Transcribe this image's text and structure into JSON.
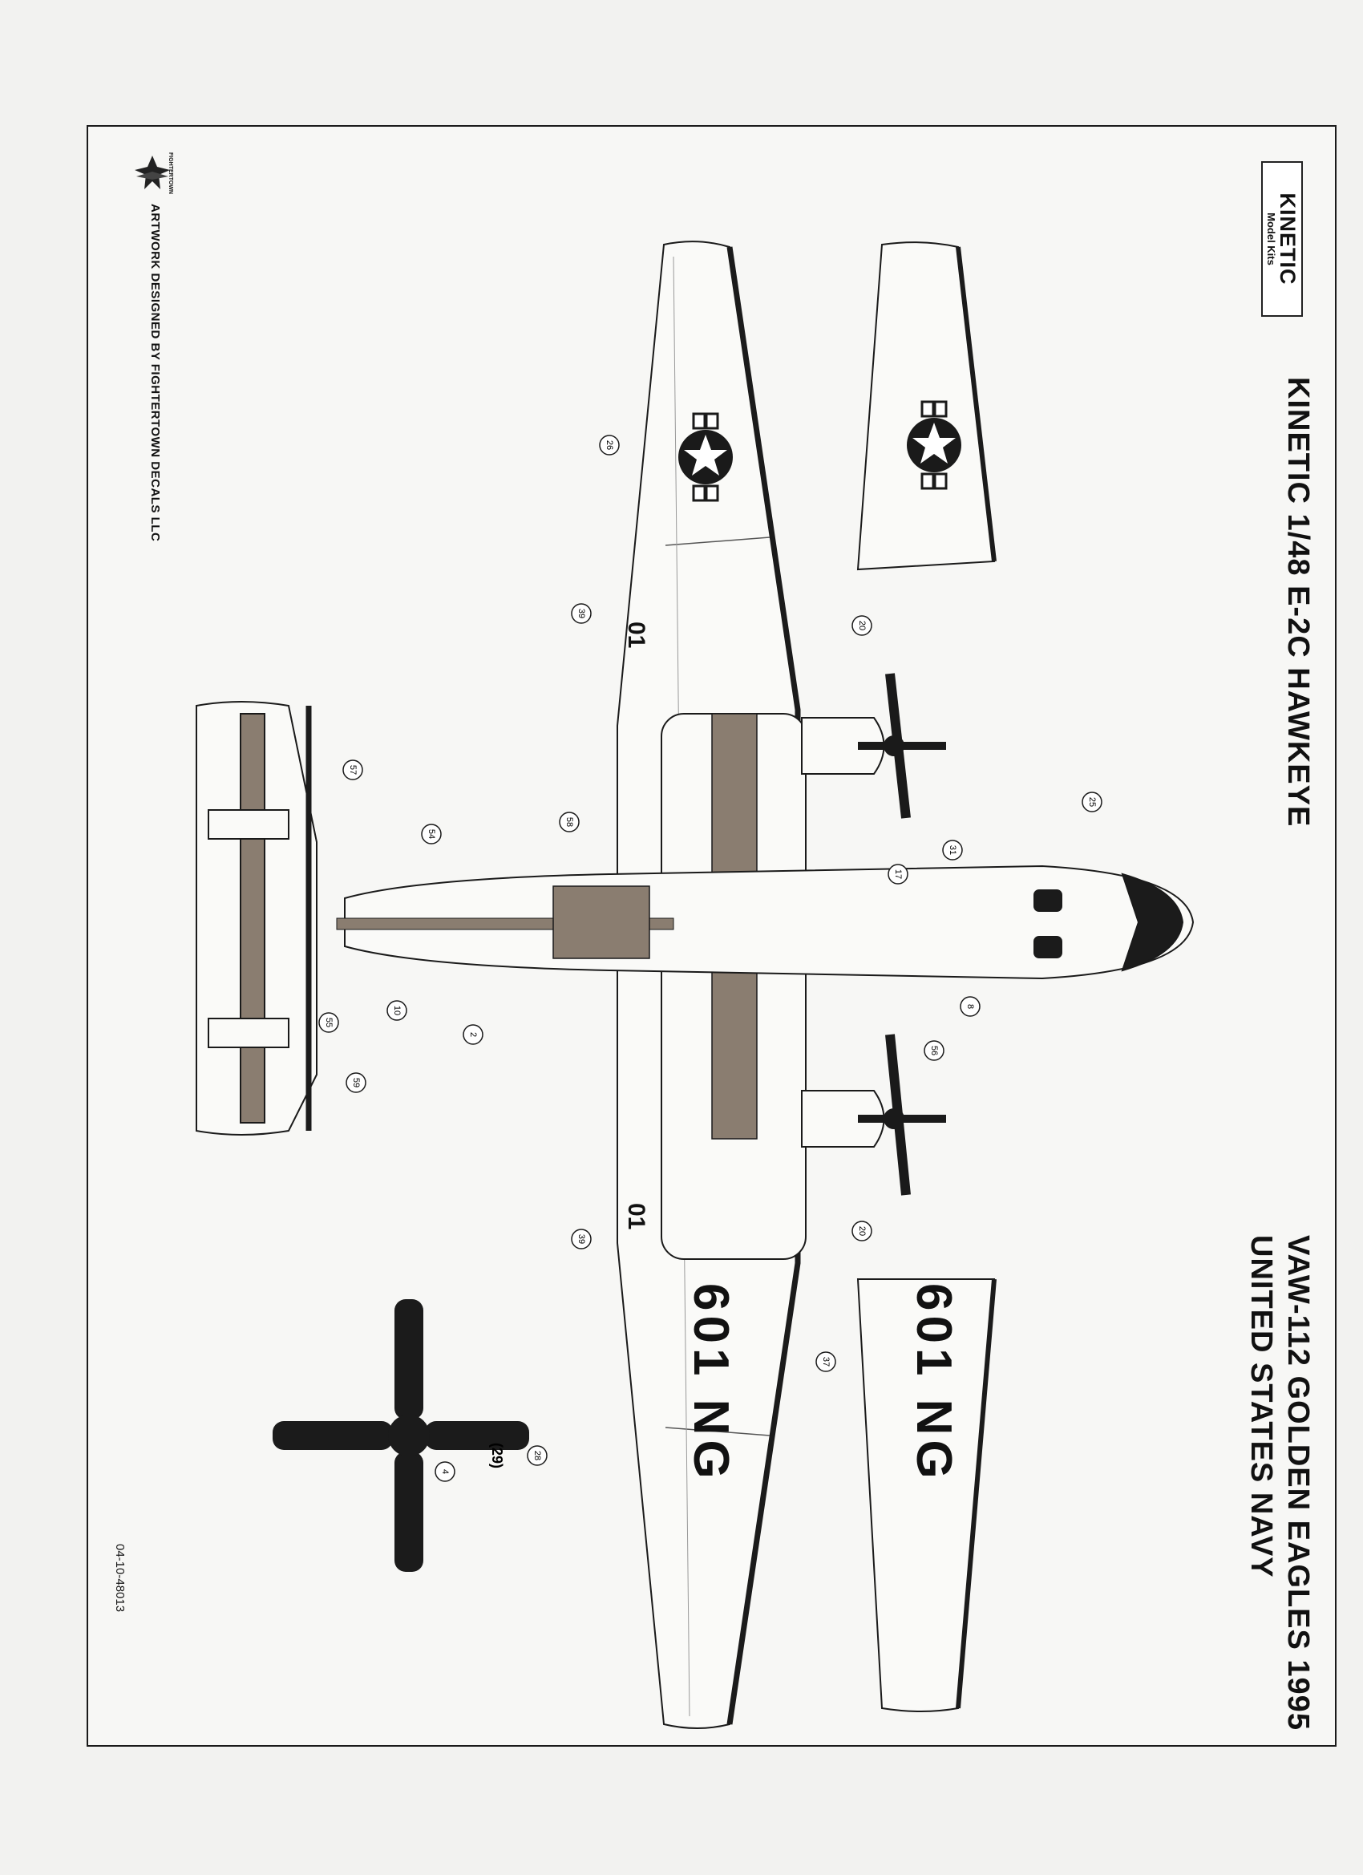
{
  "sheet": {
    "title": "KINETIC 1/48 E-2C HAWKEYE",
    "subtitle_line1": "VAW-112 GOLDEN EAGLES 1995",
    "subtitle_line2": "UNITED STATES NAVY",
    "credit": "ARTWORK DESIGNED BY FIGHTERTOWN DECALS LLC",
    "catalog_code": "04-10-48013"
  },
  "logo": {
    "word": "KINETIC",
    "sub": "Model Kits"
  },
  "small_logo_text": "FIGHTERTOWN",
  "markings": {
    "tail_code": "601 NG",
    "modex": "01"
  },
  "callouts": [
    "26",
    "39",
    "20",
    "25",
    "31",
    "17",
    "58",
    "54",
    "57",
    "55",
    "10",
    "2",
    "8",
    "56",
    "59",
    "20",
    "39",
    "37",
    "28",
    "(29)",
    "4"
  ],
  "colors": {
    "walkway": "#8a7d70",
    "outline": "#1a1a1a",
    "paint": "#fafaf8",
    "deice": "#1b1b1b"
  }
}
